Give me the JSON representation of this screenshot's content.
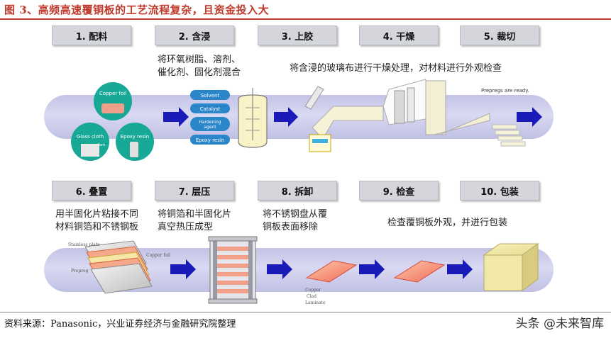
{
  "figure": {
    "title": "图 3、高频高速覆铜板的工艺流程复杂，且资金投入大"
  },
  "steps_top": [
    {
      "label": "1. 配料"
    },
    {
      "label": "2. 含浸"
    },
    {
      "label": "3. 上胶"
    },
    {
      "label": "4. 干燥"
    },
    {
      "label": "5. 裁切"
    }
  ],
  "steps_bottom": [
    {
      "label": "6. 叠置"
    },
    {
      "label": "7. 层压"
    },
    {
      "label": "8. 拆卸"
    },
    {
      "label": "9. 检查"
    },
    {
      "label": "10. 包装"
    }
  ],
  "descriptions": {
    "impregnate_line1": "将环氧树脂、溶剂、",
    "impregnate_line2": "催化剂、固化剂混合",
    "dry": "将含浸的玻璃布进行干燥处理，对材料进行外观检查",
    "stack_line1": "用半固化片粘接不同",
    "stack_line2": "材料铜箔和不锈钢板",
    "laminate_line1": "将铜箔和半固化片",
    "laminate_line2": "真空热压成型",
    "disassemble_line1": "将不锈钢盘从覆",
    "disassemble_line2": "铜板表面移除",
    "inspect_pack": "检查覆铜板外观，并进行包装"
  },
  "illustration_labels": {
    "copper_foil": "Copper foil",
    "glass_cloth": "Glass cloth",
    "yarn": "Yarn",
    "epoxy_resin": "Epoxy resin",
    "solvent": "Solvent",
    "catalyst": "Catalyst",
    "hardening_line1": "Hardening",
    "hardening_line2": "agent",
    "epoxy_resin_pill": "Epoxy resin",
    "prepregs_ready": "Prepregs are ready.",
    "stainless_plate": "Stainless plate",
    "copper_foil_stack": "Copper foil",
    "prepreg": "Prepreg",
    "ccl_line1": "Copper",
    "ccl_line2": "Clad",
    "ccl_line3": "Laminate"
  },
  "footer": {
    "source": "资料来源：Panasonic，兴业证券经济与金融研究院整理",
    "watermark": "头条 @未来智库"
  },
  "colors": {
    "title_red": "#c0392b",
    "band": "#d0d0ee",
    "arrow_blue": "#1a1ab8",
    "teal": "#17a896",
    "pill_blue": "#2a86c9"
  }
}
